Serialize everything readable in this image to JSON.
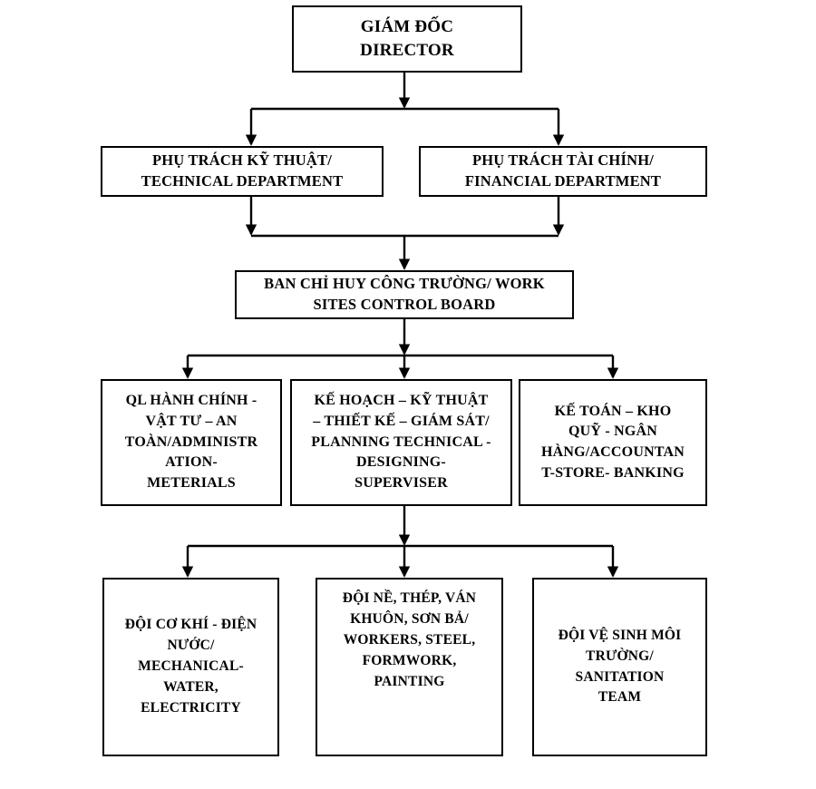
{
  "diagram": {
    "title": "Organizational structure chart",
    "line_color": "#000000",
    "box_border_color": "#000000",
    "background_color": "#ffffff",
    "text_color": "#000000"
  },
  "nodes": {
    "director": {
      "label": "GIÁM ĐỐC\nDIRECTOR"
    },
    "technical": {
      "label": "PHỤ TRÁCH KỸ THUẬT/\nTECHNICAL DEPARTMENT"
    },
    "financial": {
      "label": "PHỤ TRÁCH TÀI CHÍNH/\nFINANCIAL DEPARTMENT"
    },
    "worksites": {
      "label": "BAN CHỈ HUY CÔNG TRƯỜNG/ WORK\nSITES CONTROL BOARD"
    },
    "admin": {
      "label": "QL HÀNH CHÍNH -\nVẬT TƯ – AN\nTOÀN/ADMINISTR\nATION-\nMETERIALS"
    },
    "planning": {
      "label": "KẾ HOẠCH – KỸ THUẬT\n– THIẾT KẾ – GIÁM SÁT/\nPLANNING TECHNICAL -\nDESIGNING-\nSUPERVISER"
    },
    "accounting": {
      "label": "KẾ TOÁN – KHO\nQUỸ - NGÂN\nHÀNG/ACCOUNTAN\nT-STORE- BANKING"
    },
    "mechanical": {
      "label": "ĐỘI CƠ KHÍ - ĐIỆN\nNƯỚC/\nMECHANICAL-\nWATER,\nELECTRICITY"
    },
    "workers": {
      "label": "ĐỘI NỀ, THÉP, VÁN\nKHUÔN, SƠN BẢ/\nWORKERS, STEEL,\nFORMWORK,\nPAINTING"
    },
    "sanitation": {
      "label": "ĐỘI VỆ SINH MÔI\nTRƯỜNG/\nSANITATION\nTEAM"
    }
  }
}
